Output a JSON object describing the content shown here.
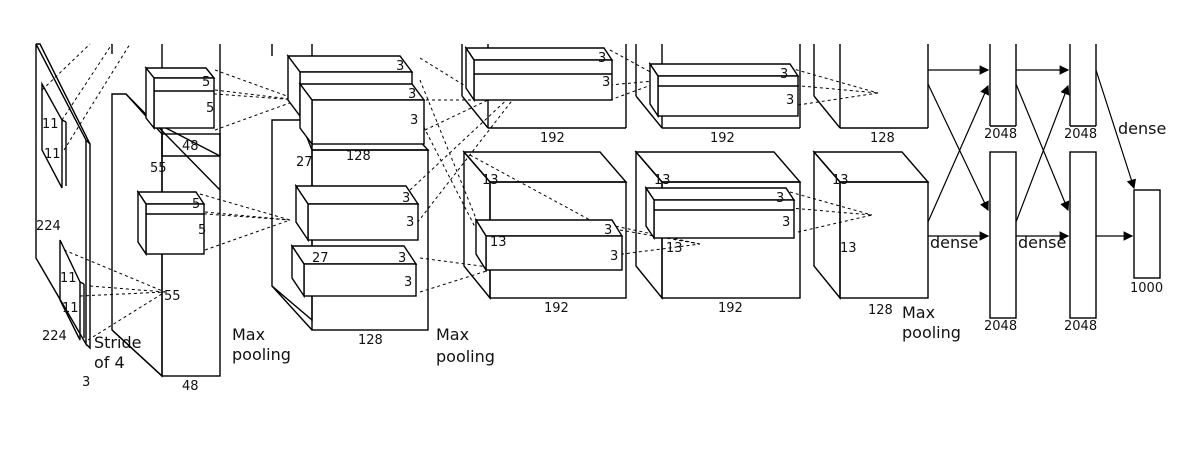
{
  "input": {
    "h": "224",
    "w": "224",
    "c": "3",
    "k1": "11",
    "k2": "11",
    "k3": "11",
    "k4": "11",
    "stride1": "Stride",
    "stride2": "of 4"
  },
  "conv1": {
    "s1": "55",
    "s2": "55",
    "d_top": "48",
    "d_bot": "48",
    "k_top_a": "5",
    "k_top_b": "5",
    "k_bot_a": "5",
    "k_bot_b": "5"
  },
  "pool1": {
    "line1": "Max",
    "line2": "pooling"
  },
  "conv2": {
    "s1": "27",
    "s2": "27",
    "d_top": "128",
    "d_bot": "128",
    "k_top_a": "3",
    "k_top_b": "3",
    "k_top_c": "3",
    "k_bot_a": "3",
    "k_bot_b": "3",
    "k_bot_c": "3",
    "k_bot_d": "3"
  },
  "pool2": {
    "line1": "Max",
    "line2": "pooling"
  },
  "conv3": {
    "s1": "13",
    "s2": "13",
    "d_top": "192",
    "d_bot": "192",
    "k_top_a": "3",
    "k_top_b": "3",
    "k_bot_a": "3",
    "k_bot_b": "3"
  },
  "conv4": {
    "s1": "13",
    "s2": "13",
    "d_top": "192",
    "d_bot": "192",
    "k_top_a": "3",
    "k_top_b": "3",
    "k_bot_a": "3",
    "k_bot_b": "3"
  },
  "conv5": {
    "s1": "13",
    "s2": "13",
    "d_top": "128",
    "d_bot": "128"
  },
  "pool3": {
    "line1": "Max",
    "line2": "pooling"
  },
  "fc6": {
    "top": "2048",
    "bot": "2048",
    "label": "dense"
  },
  "fc7": {
    "top": "2048",
    "bot": "2048",
    "label": "dense"
  },
  "fc8": {
    "size": "1000",
    "label": "dense"
  }
}
